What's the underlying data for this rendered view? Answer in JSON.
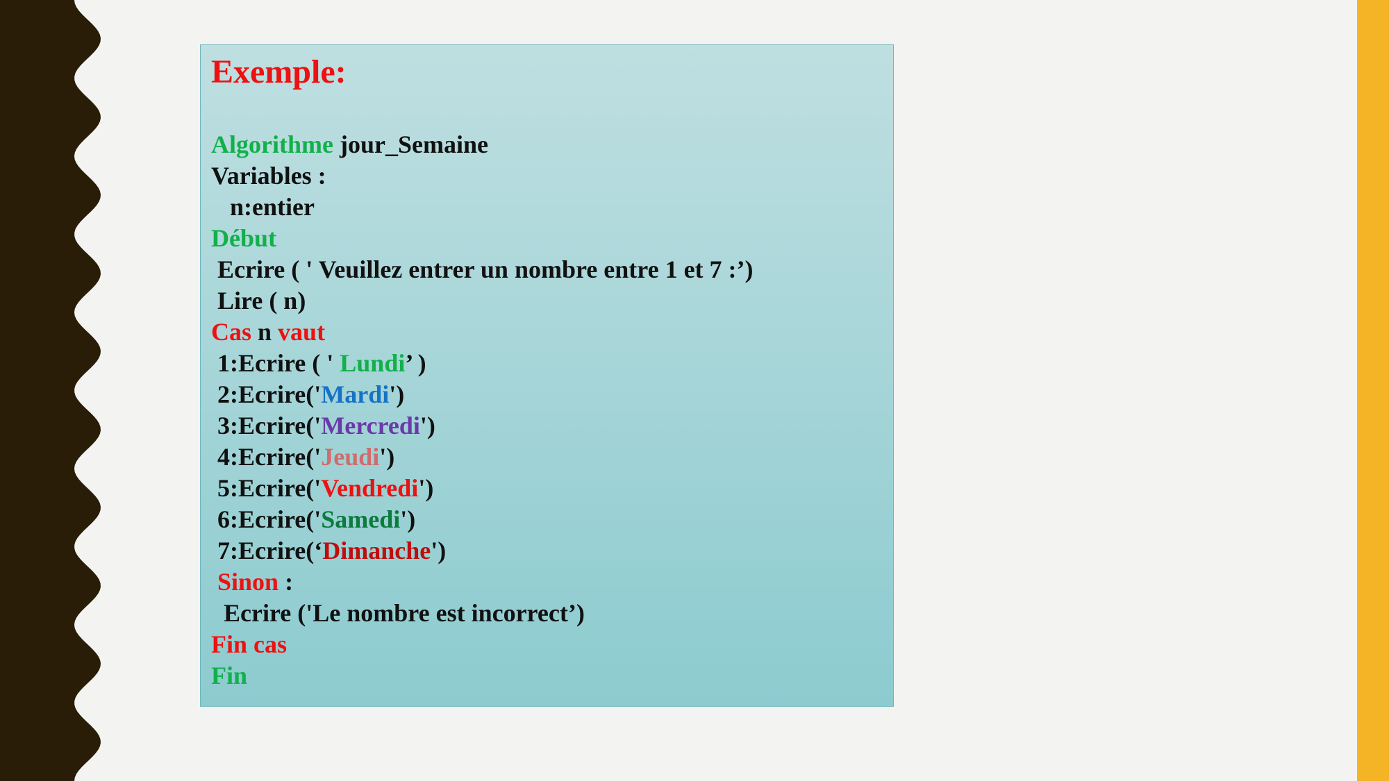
{
  "colors": {
    "background": "#f3f3f1",
    "left_wave": "#2a1d08",
    "right_bar": "#f5b326",
    "box_top": "#bfdfe1",
    "box_bottom": "#8ccbcf",
    "keyword_green": "#12b04a",
    "keyword_red": "#ee1111"
  },
  "slide": {
    "title": "Exemple:",
    "lines": [
      {
        "id": "algorithme",
        "segments": [
          {
            "text": "Algorithme",
            "color": "green"
          },
          {
            "text": " jour_Semaine",
            "color": "black"
          }
        ]
      },
      {
        "id": "variables",
        "segments": [
          {
            "text": "Variables :",
            "color": "black"
          }
        ]
      },
      {
        "id": "declaration",
        "segments": [
          {
            "text": "   n:entier",
            "color": "black"
          }
        ]
      },
      {
        "id": "debut",
        "segments": [
          {
            "text": "Début",
            "color": "green"
          }
        ]
      },
      {
        "id": "ecrire-prompt",
        "segments": [
          {
            "text": " Ecrire ( ' Veuillez entrer un nombre entre 1 et 7 :’)",
            "color": "black"
          }
        ]
      },
      {
        "id": "lire",
        "segments": [
          {
            "text": " Lire ( n)",
            "color": "black"
          }
        ]
      },
      {
        "id": "cas",
        "segments": [
          {
            "text": "Cas",
            "color": "red"
          },
          {
            "text": " n ",
            "color": "black"
          },
          {
            "text": "vaut",
            "color": "red"
          }
        ]
      },
      {
        "id": "case-1",
        "segments": [
          {
            "text": " 1:Ecrire ( ' ",
            "color": "black"
          },
          {
            "text": "Lundi",
            "color": "green"
          },
          {
            "text": "’ )",
            "color": "black"
          }
        ]
      },
      {
        "id": "case-2",
        "segments": [
          {
            "text": " 2:Ecrire('",
            "color": "black"
          },
          {
            "text": "Mardi",
            "color": "blue"
          },
          {
            "text": "')",
            "color": "black"
          }
        ]
      },
      {
        "id": "case-3",
        "segments": [
          {
            "text": " 3:Ecrire('",
            "color": "black"
          },
          {
            "text": "Mercredi",
            "color": "purple"
          },
          {
            "text": "')",
            "color": "black"
          }
        ]
      },
      {
        "id": "case-4",
        "segments": [
          {
            "text": " 4:Ecrire('",
            "color": "black"
          },
          {
            "text": "Jeudi",
            "color": "salmon"
          },
          {
            "text": "')",
            "color": "black"
          }
        ]
      },
      {
        "id": "case-5",
        "segments": [
          {
            "text": " 5:Ecrire('",
            "color": "black"
          },
          {
            "text": "Vendredi",
            "color": "red"
          },
          {
            "text": "')",
            "color": "black"
          }
        ]
      },
      {
        "id": "case-6",
        "segments": [
          {
            "text": " 6:Ecrire('",
            "color": "black"
          },
          {
            "text": "Samedi",
            "color": "darkgreen"
          },
          {
            "text": "')",
            "color": "black"
          }
        ]
      },
      {
        "id": "case-7",
        "segments": [
          {
            "text": " 7:Ecrire(‘",
            "color": "black"
          },
          {
            "text": "Dimanche",
            "color": "darkred"
          },
          {
            "text": "')",
            "color": "black"
          }
        ]
      },
      {
        "id": "sinon",
        "segments": [
          {
            "text": " Sinon",
            "color": "red"
          },
          {
            "text": " :",
            "color": "black"
          }
        ]
      },
      {
        "id": "ecrire-incorrect",
        "segments": [
          {
            "text": "  Ecrire ('Le nombre est incorrect’)",
            "color": "black"
          }
        ]
      },
      {
        "id": "fin-cas",
        "segments": [
          {
            "text": "Fin cas",
            "color": "red"
          }
        ]
      },
      {
        "id": "fin",
        "segments": [
          {
            "text": "Fin",
            "color": "green"
          }
        ]
      }
    ]
  }
}
